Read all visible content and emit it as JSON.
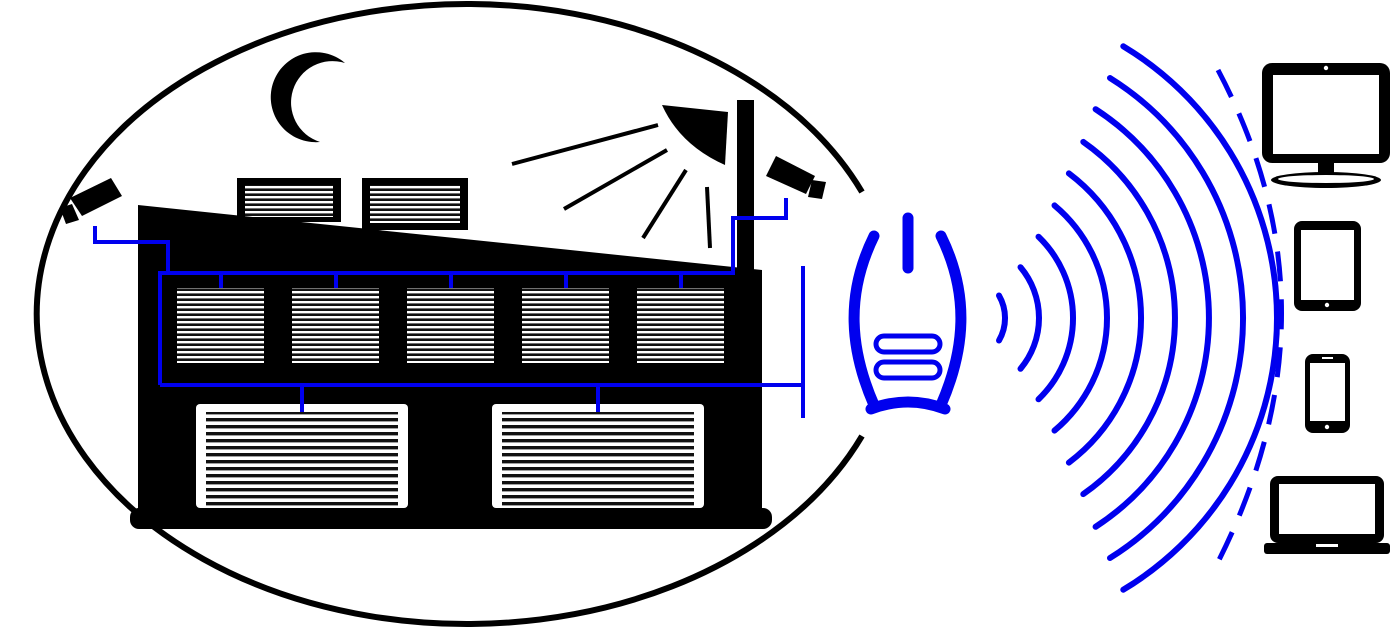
{
  "colors": {
    "ink": "#000000",
    "accent": "#0000ee",
    "background": "#ffffff"
  },
  "scene": {
    "site": {
      "icons": [
        "moon-icon",
        "floodlight-icon",
        "security-camera-icon",
        "security-camera-icon",
        "vent-icon",
        "vent-icon"
      ],
      "building": {
        "upper_windows": 5,
        "roller_doors": 2
      },
      "network_cable": "wired-network-line"
    },
    "hub": {
      "icon": "wireless-hub-icon"
    },
    "signal": {
      "icon": "wireless-signal-icon",
      "arcs": 9
    },
    "devices": [
      "desktop-monitor-icon",
      "tablet-icon",
      "smartphone-icon",
      "laptop-icon"
    ]
  }
}
